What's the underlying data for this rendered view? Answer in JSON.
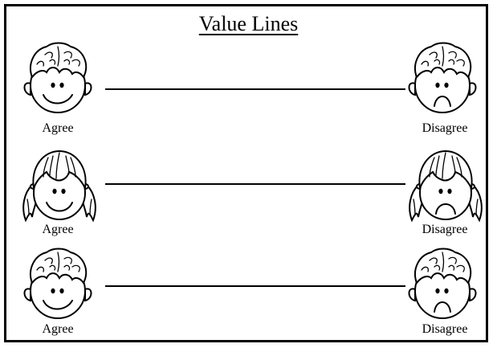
{
  "title": "Value Lines",
  "rows": [
    {
      "left": {
        "label": "Agree",
        "face": "boy-smiling-icon"
      },
      "right": {
        "label": "Disagree",
        "face": "boy-frowning-icon"
      }
    },
    {
      "left": {
        "label": "Agree",
        "face": "girl-smiling-icon"
      },
      "right": {
        "label": "Disagree",
        "face": "girl-frowning-icon"
      }
    },
    {
      "left": {
        "label": "Agree",
        "face": "boy-smiling-icon"
      },
      "right": {
        "label": "Disagree",
        "face": "boy-frowning-icon"
      }
    }
  ]
}
